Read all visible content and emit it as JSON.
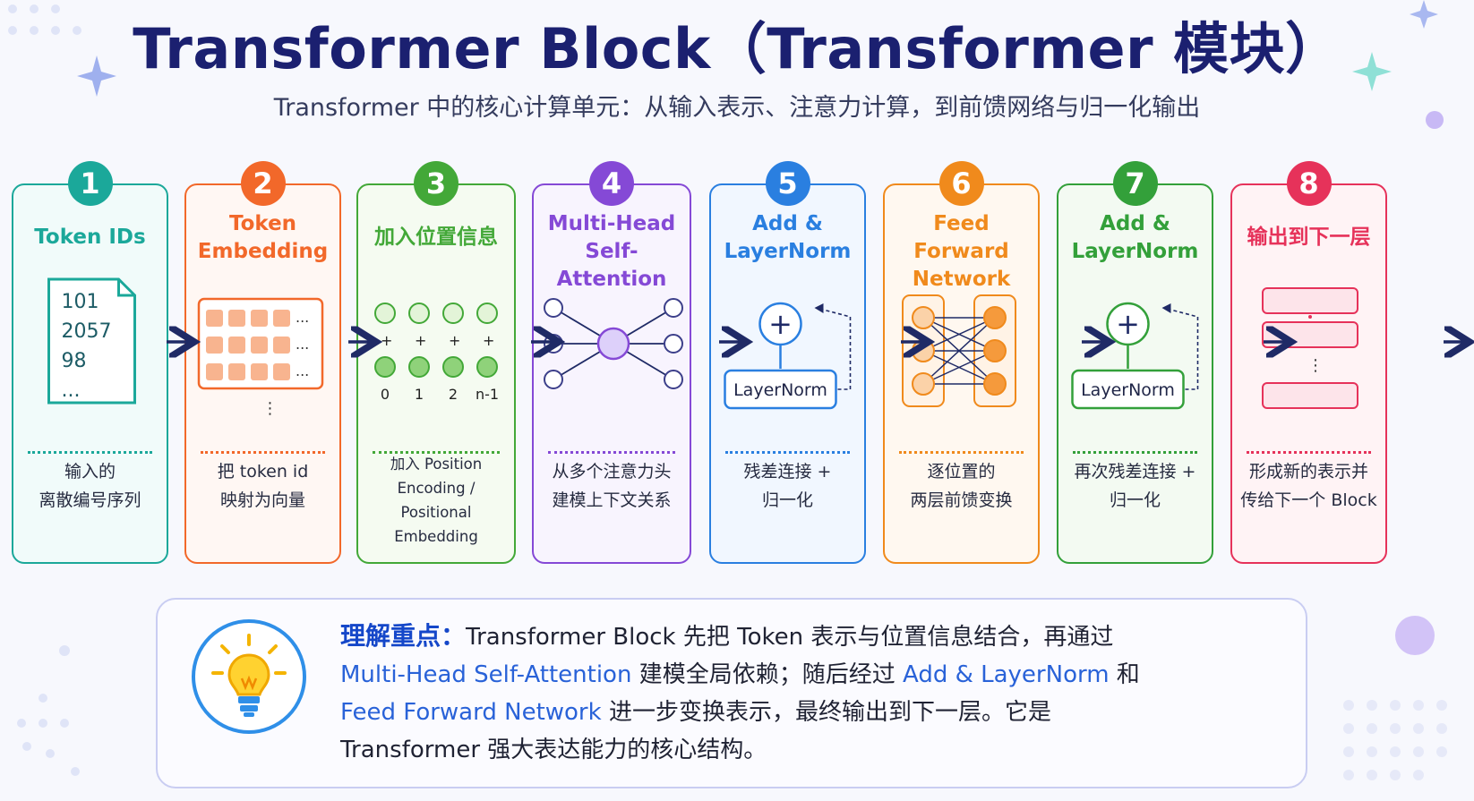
{
  "header": {
    "title": "Transformer Block（Transformer 模块）",
    "subtitle": "Transformer 中的核心计算单元：从输入表示、注意力计算，到前馈网络与归一化输出"
  },
  "steps": [
    {
      "num": "1",
      "title": [
        "Token IDs"
      ],
      "desc": [
        "输入的",
        "离散编号序列"
      ],
      "color": "#1ba89a",
      "ids": [
        "101",
        "2057",
        "98",
        "..."
      ]
    },
    {
      "num": "2",
      "title": [
        "Token",
        "Embedding"
      ],
      "desc": [
        "把 token id",
        "映射为向量"
      ],
      "color": "#f2682a",
      "dots": "..."
    },
    {
      "num": "3",
      "title": [
        "加入位置信息"
      ],
      "desc": [
        "加入 Position",
        "Encoding /",
        "Positional Embedding"
      ],
      "color": "#43a838",
      "plus": "+",
      "pos": [
        "0",
        "1",
        "2",
        "n-1"
      ]
    },
    {
      "num": "4",
      "title": [
        "Multi-Head",
        "Self-Attention"
      ],
      "desc": [
        "从多个注意力头",
        "建模上下文关系"
      ],
      "color": "#8549d6"
    },
    {
      "num": "5",
      "title": [
        "Add &",
        "LayerNorm"
      ],
      "desc": [
        "残差连接 +",
        "归一化"
      ],
      "color": "#2a7fe0",
      "box_label": "LayerNorm",
      "op": "+"
    },
    {
      "num": "6",
      "title": [
        "Feed Forward",
        "Network"
      ],
      "desc": [
        "逐位置的",
        "两层前馈变换"
      ],
      "color": "#f08a1c"
    },
    {
      "num": "7",
      "title": [
        "Add &",
        "LayerNorm"
      ],
      "desc": [
        "再次残差连接 +",
        "归一化"
      ],
      "color": "#33a03a",
      "box_label": "LayerNorm",
      "op": "+"
    },
    {
      "num": "8",
      "title": [
        "输出到下一层"
      ],
      "desc": [
        "形成新的表示并",
        "传给下一个 Block"
      ],
      "color": "#e6325a",
      "dots": "⋮"
    }
  ],
  "info": {
    "heading": "理解重点：",
    "p1": "Transformer Block 先把 Token 表示与位置信息结合，再通过",
    "p2_hl": "Multi-Head Self-Attention",
    "p2": " 建模全局依赖；随后经过 ",
    "p2_hl2": "Add & LayerNorm",
    "p2_end": " 和",
    "p3_hl": "Feed Forward Network",
    "p3": " 进一步变换表示，最终输出到下一层。它是",
    "p4": "Transformer 强大表达能力的核心结构。"
  }
}
